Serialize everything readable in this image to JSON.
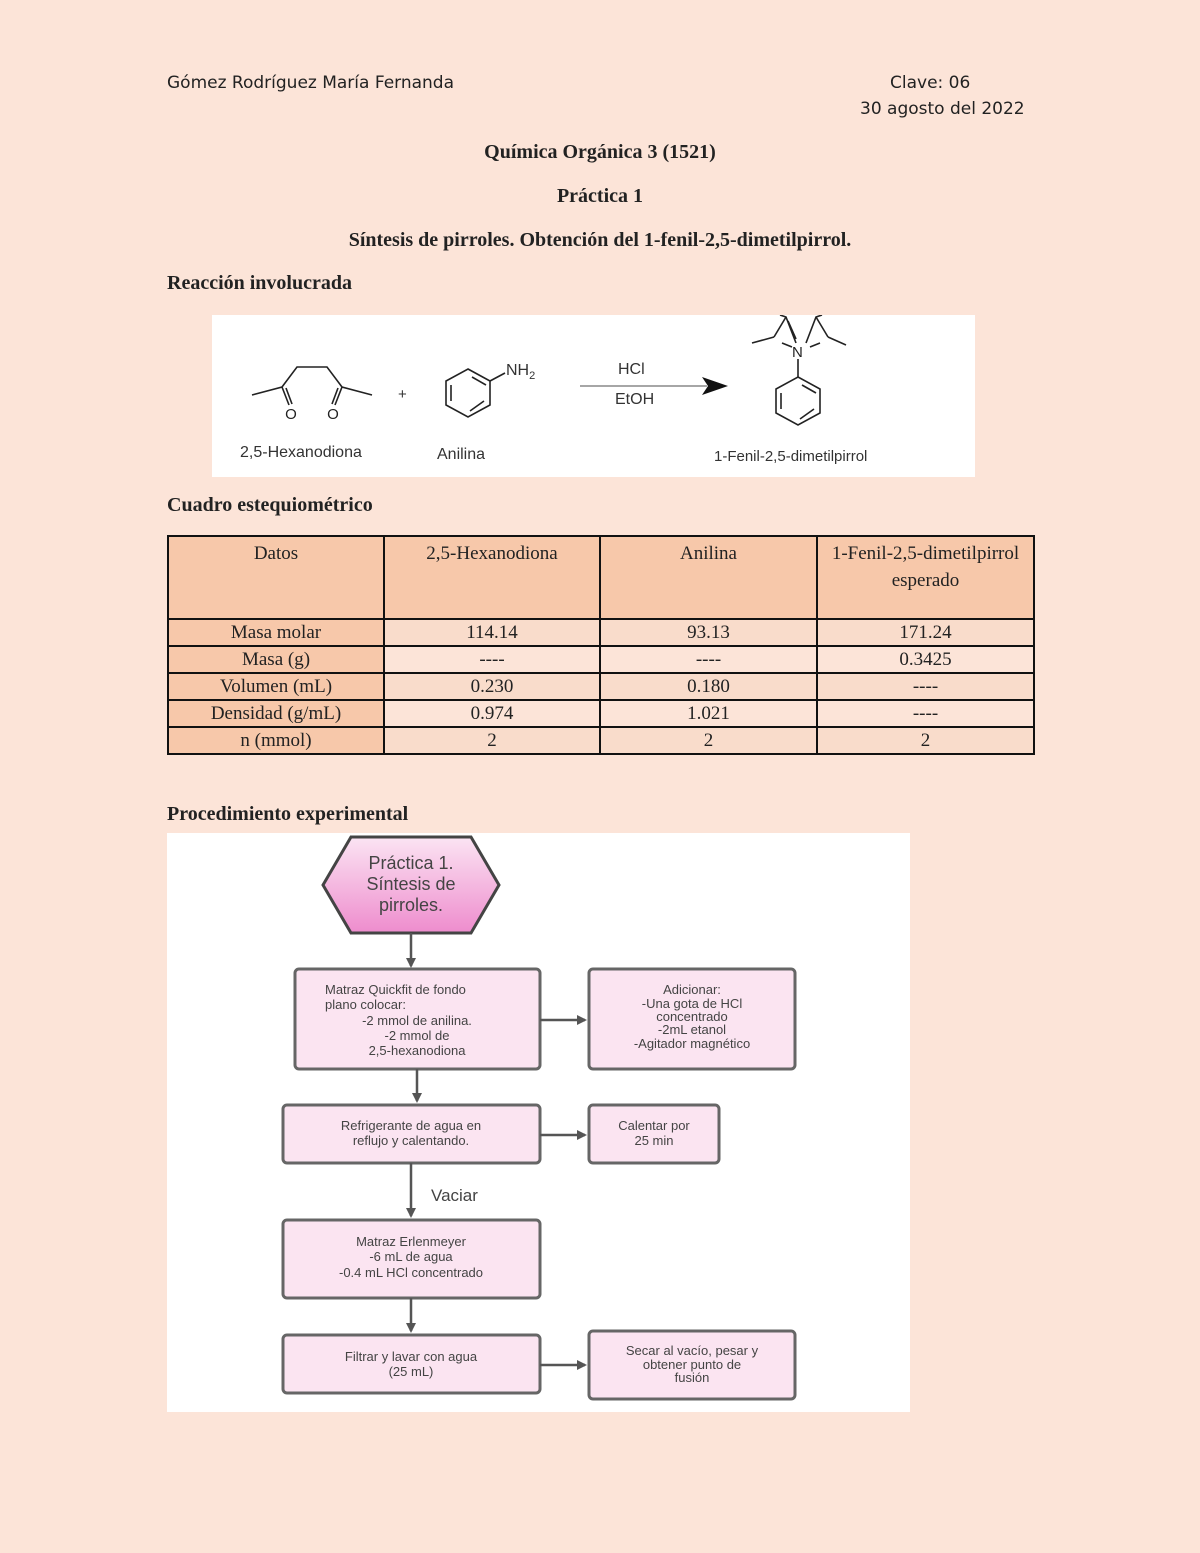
{
  "header": {
    "author": "Gómez Rodríguez María Fernanda",
    "clave": "Clave: 06",
    "date": "30 agosto del 2022"
  },
  "titles": {
    "course": "Química Orgánica 3 (1521)",
    "practice": "Práctica 1",
    "subject": "Síntesis de pirroles. Obtención del 1-fenil-2,5-dimetilpirrol."
  },
  "sections": {
    "reaction": "Reacción involucrada",
    "stoich": "Cuadro estequiométrico",
    "procedure": "Procedimiento experimental"
  },
  "reaction": {
    "reagent1": "2,5-Hexanodiona",
    "plus": "+",
    "reagent2": "Anilina",
    "amine_label": "NH",
    "amine_sub": "2",
    "conditions_top": "HCl",
    "conditions_bottom": "EtOH",
    "product": "1-Fenil-2,5-dimetilpirrol",
    "n_label": "N",
    "o_label": "O"
  },
  "table": {
    "headers": [
      "Datos",
      "2,5-Hexanodiona",
      "Anilina",
      "1-Fenil-2,5-dimetilpirrol esperado"
    ],
    "rows": [
      {
        "label": "Masa molar",
        "values": [
          "114.14",
          "93.13",
          "171.24"
        ]
      },
      {
        "label": "Masa (g)",
        "values": [
          "----",
          "----",
          "0.3425"
        ]
      },
      {
        "label": "Volumen (mL)",
        "values": [
          "0.230",
          "0.180",
          "----"
        ]
      },
      {
        "label": "Densidad (g/mL)",
        "values": [
          "0.974",
          "1.021",
          "----"
        ]
      },
      {
        "label": "n (mmol)",
        "values": [
          "2",
          "2",
          "2"
        ]
      }
    ]
  },
  "flow": {
    "start": [
      "Práctica 1.",
      "Síntesis de",
      "pirroles."
    ],
    "step1": [
      "Matraz Quickfit de fondo",
      "plano colocar:",
      "-2 mmol de anilina.",
      "-2 mmol de",
      "2,5-hexanodiona"
    ],
    "step1_side": [
      "Adicionar:",
      "-Una gota de HCl",
      "concentrado",
      "-2mL etanol",
      "-Agitador magnético"
    ],
    "step2": [
      "Refrigerante de agua en",
      "reflujo y calentando."
    ],
    "step2_side": [
      "Calentar por",
      "25 min"
    ],
    "arrow_label": "Vaciar",
    "step3": [
      "Matraz Erlenmeyer",
      "-6 mL de agua",
      "-0.4 mL  HCl concentrado"
    ],
    "step4": [
      "Filtrar y lavar con agua",
      "(25 mL)"
    ],
    "step4_side": [
      "Secar al vacío, pesar y",
      "obtener punto de",
      "fusión"
    ]
  },
  "colors": {
    "page": "#fce4d8",
    "table_header": "#f7c8aa",
    "flow_box": "#fbe4f1",
    "flow_border": "#666666",
    "start_pink": "#ef8fcf"
  }
}
